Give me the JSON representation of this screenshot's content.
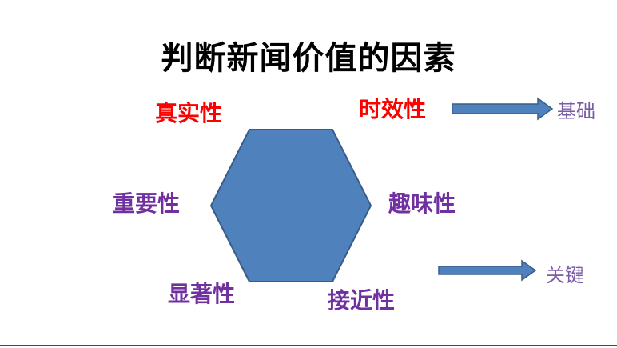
{
  "title": "判断新闻价值的因素",
  "factors": {
    "authenticity": "真实性",
    "timeliness": "时效性",
    "importance": "重要性",
    "interest": "趣味性",
    "prominence": "显著性",
    "proximity": "接近性"
  },
  "annotations": {
    "timeliness_note": "基础",
    "interest_note": "关键"
  },
  "colors": {
    "title": "#000000",
    "highlight_red": "#ff0000",
    "factor_purple": "#7030a0",
    "annotation_purple": "#7b5aa6",
    "hexagon_fill": "#4f81bd",
    "hexagon_stroke": "#385d8a",
    "arrow_fill": "#4f81bd",
    "arrow_stroke": "#385d8a"
  }
}
